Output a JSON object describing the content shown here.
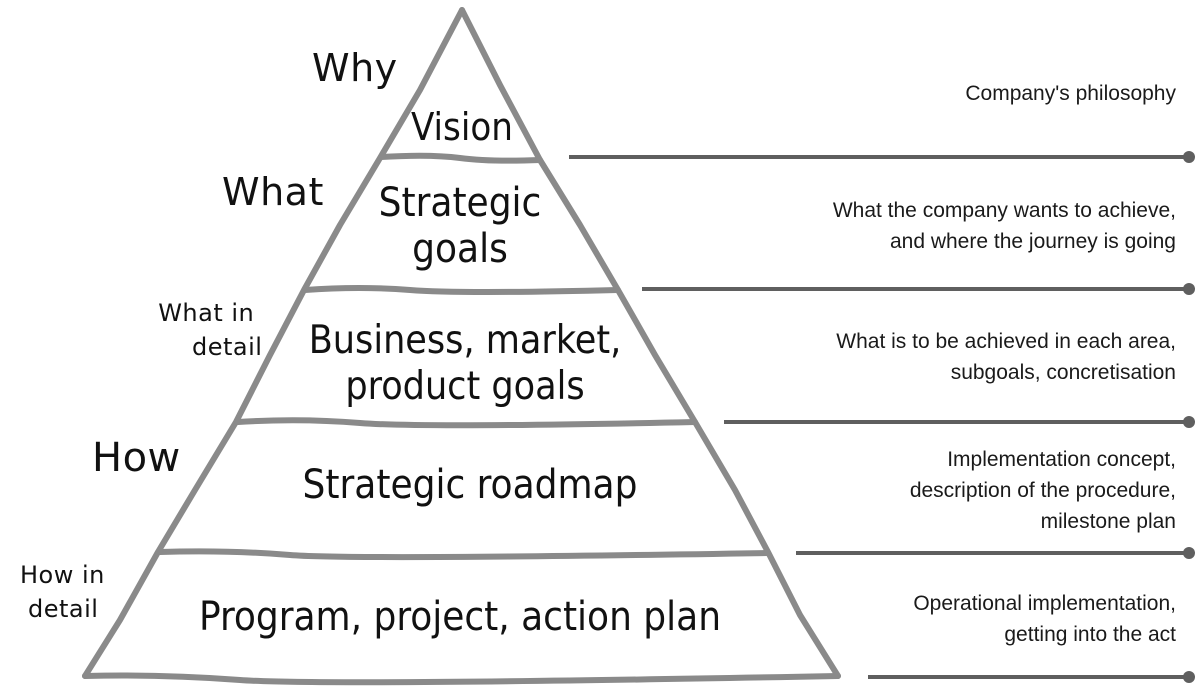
{
  "colors": {
    "pyramid_stroke": "#8a8a8a",
    "connector": "#5f5f5f",
    "text": "#111111",
    "background": "#ffffff"
  },
  "question_labels": [
    {
      "id": "why",
      "line1": "Why",
      "line2": ""
    },
    {
      "id": "what",
      "line1": "What",
      "line2": ""
    },
    {
      "id": "what-in-detail",
      "line1": "What in",
      "line2": "detail"
    },
    {
      "id": "how",
      "line1": "How",
      "line2": ""
    },
    {
      "id": "how-in-detail",
      "line1": "How in",
      "line2": "detail"
    }
  ],
  "levels": [
    {
      "id": "vision",
      "line1": "Vision",
      "line2": ""
    },
    {
      "id": "strategic-goals",
      "line1": "Strategic",
      "line2": "goals"
    },
    {
      "id": "business-goals",
      "line1": "Business, market,",
      "line2": "product goals"
    },
    {
      "id": "strategic-roadmap",
      "line1": "Strategic roadmap",
      "line2": ""
    },
    {
      "id": "action-plan",
      "line1": "Program, project, action plan",
      "line2": ""
    }
  ],
  "descriptions": [
    {
      "id": "vision",
      "lines": [
        "Company's philosophy"
      ]
    },
    {
      "id": "strategic-goals",
      "lines": [
        "What the company wants to achieve,",
        "and where the journey is going"
      ]
    },
    {
      "id": "business-goals",
      "lines": [
        "What is to be achieved in each area,",
        "subgoals, concretisation"
      ]
    },
    {
      "id": "strategic-roadmap",
      "lines": [
        "Implementation concept,",
        "description of the procedure,",
        "milestone plan"
      ]
    },
    {
      "id": "action-plan",
      "lines": [
        "Operational implementation,",
        "getting into the act"
      ]
    }
  ]
}
